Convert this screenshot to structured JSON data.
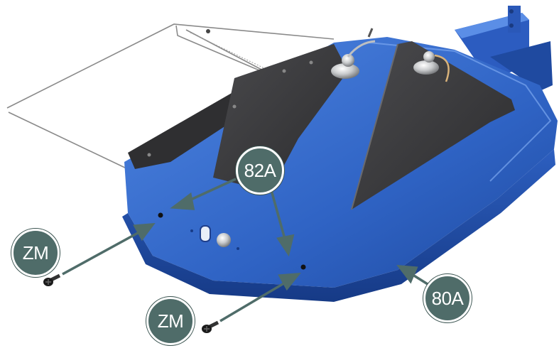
{
  "labels": {
    "part_82a": "82A",
    "part_80a": "80A",
    "screw_zm_left": "ZM",
    "screw_zm_bottom": "ZM"
  },
  "colors": {
    "label_fill": "#4f6c69",
    "arrow": "#4f6c69",
    "part_blue": "#2f63c4",
    "part_blue_dark": "#1f3f8c",
    "panel_dark": "#3a3a3c",
    "screw": "#2b2b2b"
  },
  "icons": [
    "screw-icon",
    "stud-icon",
    "callout-arrow"
  ]
}
